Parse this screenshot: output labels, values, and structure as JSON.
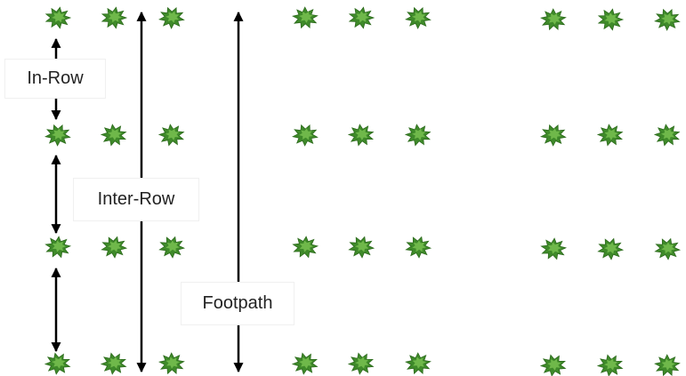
{
  "labels": {
    "in_row": "In-Row",
    "inter_row": "Inter-Row",
    "footpath": "Footpath"
  },
  "colors": {
    "plant_fill": "#3f8a2a",
    "plant_light": "#6fb84a",
    "plant_dark": "#2c6a1c",
    "arrow": "#000000"
  },
  "icons": {
    "plant": "plant-icon",
    "arrow": "double-headed-arrow"
  },
  "plant_grid": {
    "groups": 3,
    "plants_per_row_in_group": 3,
    "rows": 4
  }
}
